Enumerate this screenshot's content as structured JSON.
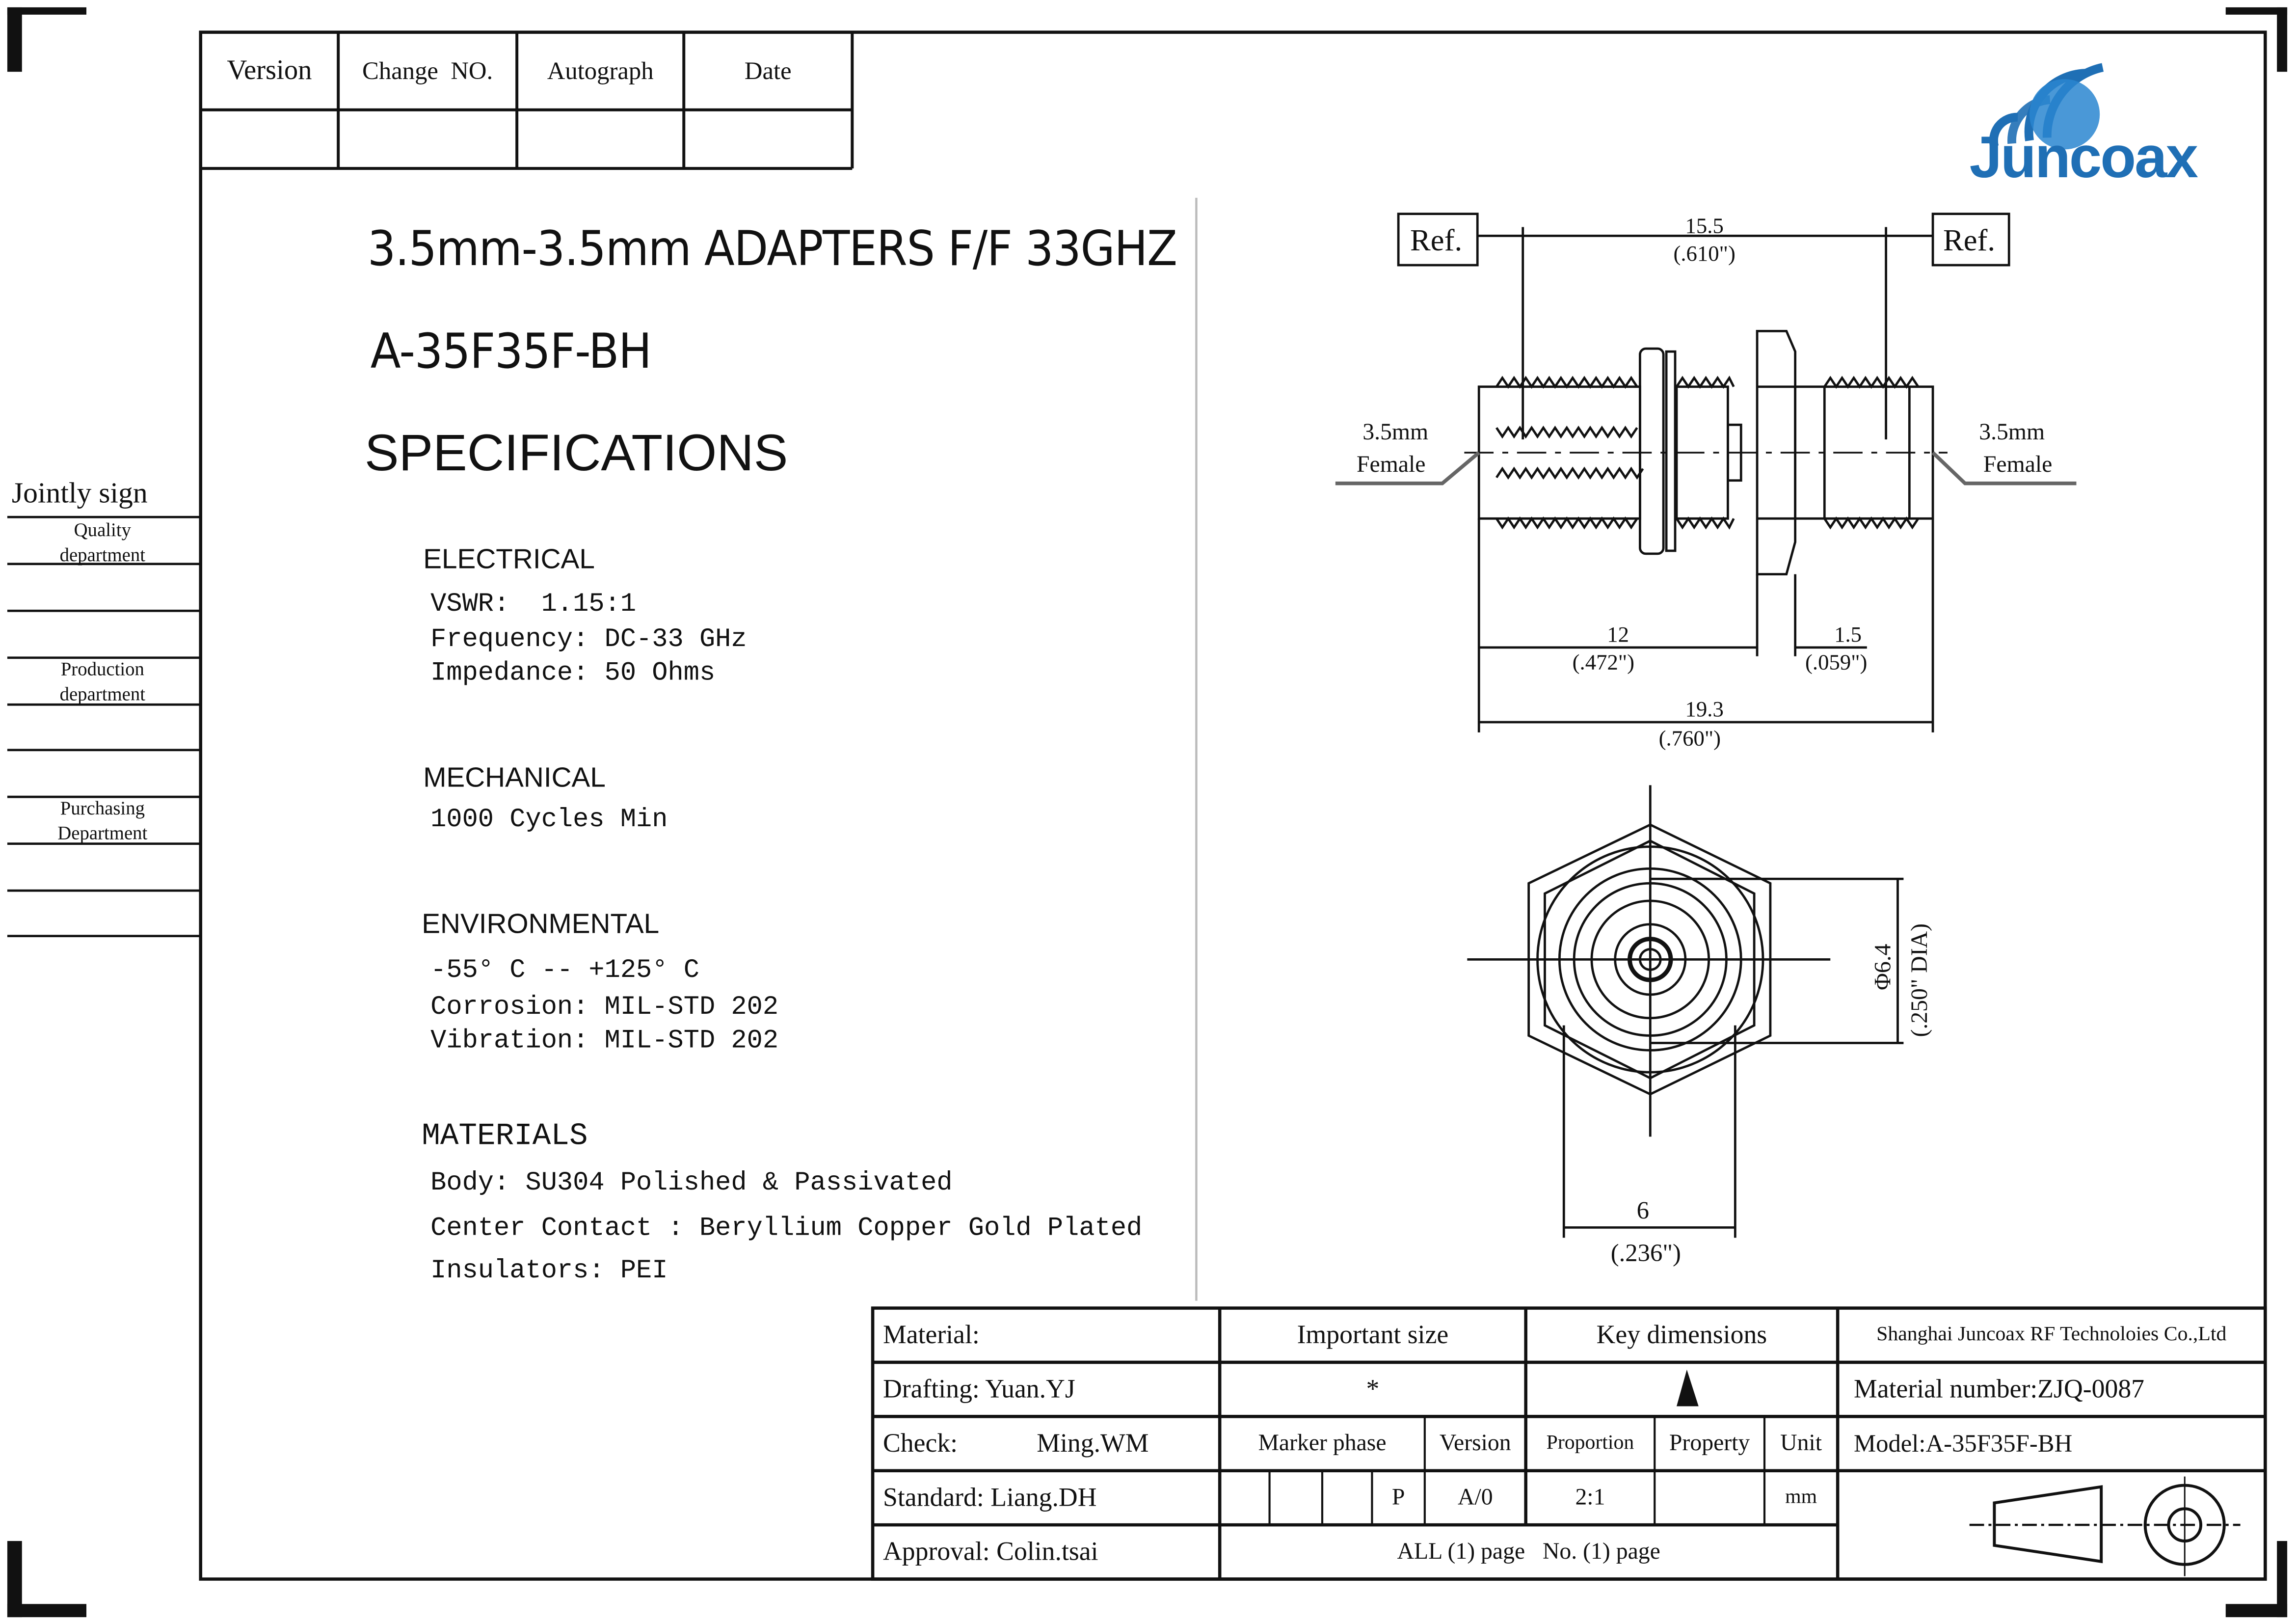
{
  "revision_table": {
    "headers": [
      "Version",
      "Change  NO.",
      "Autograph",
      "Date"
    ]
  },
  "logo": {
    "text": "Juncoax",
    "color": "#1f6fb5"
  },
  "product": {
    "title": "3.5mm-3.5mm ADAPTERS  F/F 33GHZ",
    "part_number": "A-35F35F-BH",
    "specs_heading": "SPECIFICATIONS"
  },
  "specs": {
    "electrical": {
      "heading": "ELECTRICAL",
      "lines": [
        "VSWR:  1.15:1",
        "Frequency: DC-33 GHz",
        "Impedance: 50 Ohms"
      ]
    },
    "mechanical": {
      "heading": "MECHANICAL",
      "lines": [
        "1000 Cycles Min"
      ]
    },
    "environmental": {
      "heading": "ENVIRONMENTAL",
      "lines": [
        "-55° C -- +125° C",
        "Corrosion: MIL-STD 202",
        "Vibration: MIL-STD 202"
      ]
    },
    "materials": {
      "heading": "MATERIALS",
      "lines": [
        "Body: SU304 Polished & Passivated",
        "Center Contact : Beryllium Copper Gold Plated",
        "Insulators: PEI"
      ]
    }
  },
  "jointly_sign": {
    "title": "Jointly sign",
    "departments": [
      "Quality department",
      "Production department",
      "Purchasing Department"
    ]
  },
  "drawing": {
    "ref_label": "Ref.",
    "dim_overall_ref": "15.5",
    "dim_overall_ref_in": "(.610\")",
    "connector_left": [
      "3.5mm",
      "Female"
    ],
    "connector_right": [
      "3.5mm",
      "Female"
    ],
    "dim_body": "12",
    "dim_body_in": "(.472\")",
    "dim_nut": "1.5",
    "dim_nut_in": "(.059\")",
    "dim_total": "19.3",
    "dim_total_in": "(.760\")",
    "dim_dia": "Φ6.4",
    "dim_dia_in": "(.250\" DIA)",
    "dim_hex": "6",
    "dim_hex_in": "(.236\")"
  },
  "title_block": {
    "material": "Material:",
    "drafting": "Drafting: Yuan.YJ",
    "check_label": "Check:",
    "check_name": "Ming.WM",
    "standard": "Standard: Liang.DH",
    "approval": "Approval: Colin.tsai",
    "important_size": "Important size",
    "important_symbol": "*",
    "key_dimensions": "Key dimensions",
    "company": "Shanghai Juncoax RF Technoloies Co.,Ltd",
    "material_number": "Material number:ZJQ-0087",
    "model": "Model:A-35F35F-BH",
    "marker_phase": "Marker phase",
    "version": "Version",
    "proportion": "Proportion",
    "property": "Property",
    "unit": "Unit",
    "marker_value": "P",
    "version_value": "A/0",
    "proportion_value": "2:1",
    "unit_value": "mm",
    "pages": "ALL (1) page   No. (1) page"
  }
}
